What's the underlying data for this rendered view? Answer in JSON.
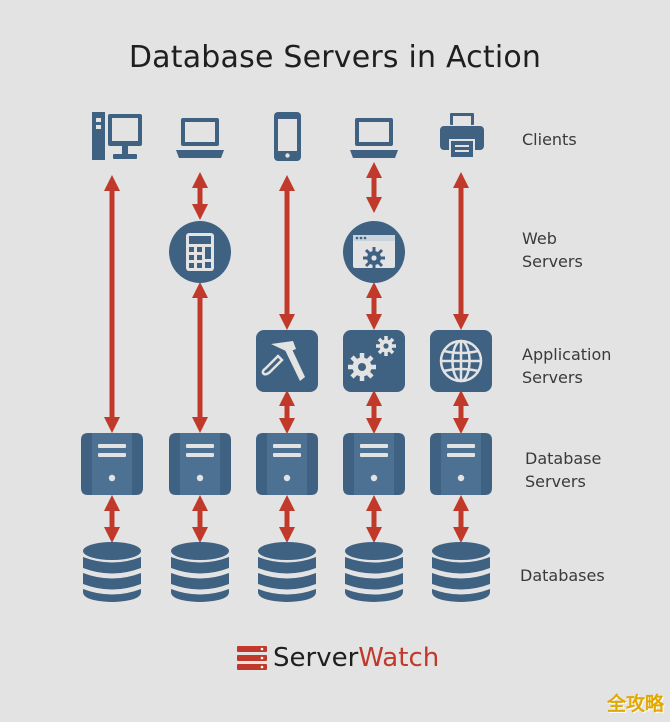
{
  "title": "Database Servers in Action",
  "row_labels": {
    "clients": "Clients",
    "web_servers": [
      "Web",
      "Servers"
    ],
    "application_servers": [
      "Application",
      "Servers"
    ],
    "database_servers": [
      "Database",
      "Servers"
    ],
    "databases": "Databases"
  },
  "brand": {
    "name_part1": "Server",
    "name_part2": "Watch"
  },
  "watermark": "全攻略",
  "colors": {
    "background": "#e3e3e3",
    "icon": "#3f6283",
    "arrow": "#c0392b",
    "text": "#1f1f1f"
  },
  "columns": [
    {
      "client": "desktop-icon",
      "web": null,
      "app": null
    },
    {
      "client": "laptop-icon",
      "web": "calculator-icon",
      "app": null
    },
    {
      "client": "phone-icon",
      "web": null,
      "app": "hammer-icon"
    },
    {
      "client": "laptop-icon",
      "web": "browser-settings-icon",
      "app": "gears-icon"
    },
    {
      "client": "printer-icon",
      "web": null,
      "app": "globe-icon"
    }
  ]
}
